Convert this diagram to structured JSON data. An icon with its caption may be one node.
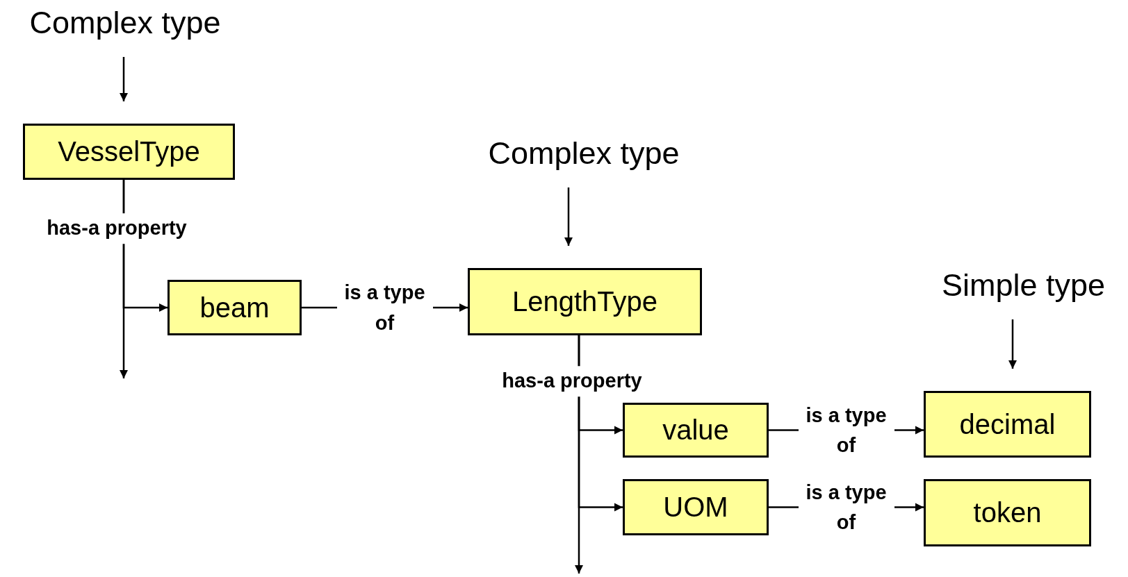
{
  "diagram": {
    "nodes": [
      {
        "text": [
          "Complex type"
        ]
      },
      {
        "text": [
          "VesselType"
        ]
      },
      {
        "text": [
          "beam"
        ]
      },
      {
        "text": [
          "Complex type"
        ]
      },
      {
        "text": [
          "LengthType"
        ]
      },
      {
        "text": [
          "Simple type"
        ]
      },
      {
        "text": [
          "value"
        ]
      },
      {
        "text": [
          "decimal"
        ]
      },
      {
        "text": [
          "UOM"
        ]
      },
      {
        "text": [
          "token"
        ]
      }
    ],
    "edges": [
      {
        "from": 0,
        "to": 1,
        "arrow": "to"
      },
      {
        "from": 1,
        "to": 2,
        "arrow": "to",
        "label": "has-a property"
      },
      {
        "from": 1,
        "to": null,
        "arrow": "to"
      },
      {
        "from": 2,
        "to": 4,
        "arrow": "to",
        "label": "is a type of"
      },
      {
        "from": 3,
        "to": 4,
        "arrow": "to"
      },
      {
        "from": 4,
        "to": 6,
        "arrow": "to",
        "label": "has-a property"
      },
      {
        "from": 4,
        "to": 8,
        "arrow": "to"
      },
      {
        "from": 4,
        "to": null,
        "arrow": "to"
      },
      {
        "from": 6,
        "to": 7,
        "arrow": "to",
        "label": "is a type of"
      },
      {
        "from": 8,
        "to": 9,
        "arrow": "to",
        "label": "is a type of"
      },
      {
        "from": 5,
        "to": 7,
        "arrow": "to"
      }
    ]
  }
}
